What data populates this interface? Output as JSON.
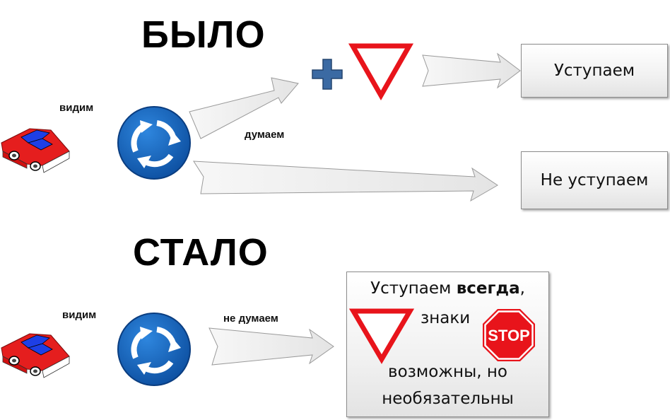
{
  "before": {
    "title": "БЫЛО",
    "see_label": "видим",
    "think_label": "думаем",
    "outcome_yield": "Уступаем",
    "outcome_no_yield": "Не уступаем"
  },
  "after": {
    "title": "СТАЛО",
    "see_label": "видим",
    "think_label": "не думаем",
    "box_line1_prefix": "Уступаем ",
    "box_line1_bold": "всегда",
    "box_line1_suffix": ",",
    "box_line2": "знаки",
    "box_line3": "возможны, но",
    "box_line4": "необязательны",
    "stop_sign_text": "STOP"
  },
  "colors": {
    "roundabout_blue": "#1565c0",
    "yield_red": "#e8141b",
    "plus_blue": "#3b6aa3",
    "car_red": "#e51e1e",
    "car_blue": "#1e3fe6"
  }
}
